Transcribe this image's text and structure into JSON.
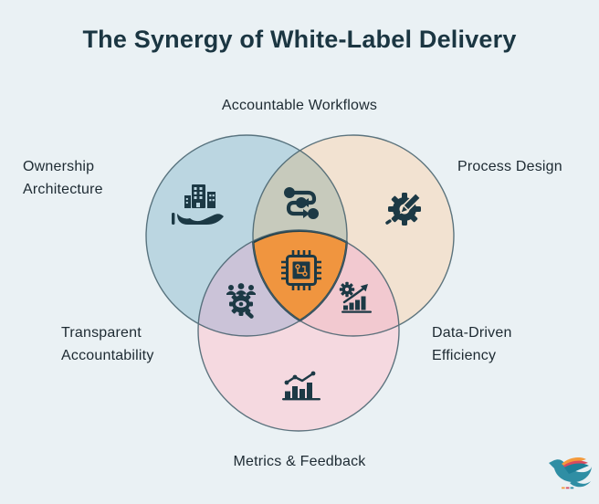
{
  "title": "The Synergy of White-Label Delivery",
  "labels": {
    "accountable_workflows": "Accountable Workflows",
    "ownership_line1": "Ownership",
    "ownership_line2": "Architecture",
    "process_design": "Process Design",
    "transparent_line1": "Transparent",
    "transparent_line2": "Accountability",
    "data_driven_line1": "Data-Driven",
    "data_driven_line2": "Efficiency",
    "metrics_feedback": "Metrics & Feedback"
  },
  "icons": {
    "left_circle": "hand-holding-buildings-icon",
    "top_overlap": "workflow-icon",
    "right_circle": "gear-pencil-icon",
    "center": "microchip-icon",
    "left_overlap": "team-audit-icon",
    "right_overlap": "growth-gear-icon",
    "bottom_circle": "bar-chart-icon",
    "brand": "bird-logo"
  },
  "colors": {
    "background": "#EAF1F4",
    "title_text": "#1B3642",
    "label_text": "#1D2A32",
    "circle_left": "#BBD6E1",
    "circle_right": "#F2E2D1",
    "circle_bottom": "#F5D9E0",
    "overlap_top": "#C7CABC",
    "overlap_left": "#CBC3D8",
    "overlap_right": "#F2C9D0",
    "center_fill": "#F0953F",
    "center_outline": "#24414D",
    "circle_outline": "#44606C",
    "icon": "#1C3945",
    "logo_teal": "#2F8EA4",
    "logo_dark_teal": "#1E7F97",
    "logo_orange": "#F49A3B",
    "logo_red": "#D84A5F"
  }
}
